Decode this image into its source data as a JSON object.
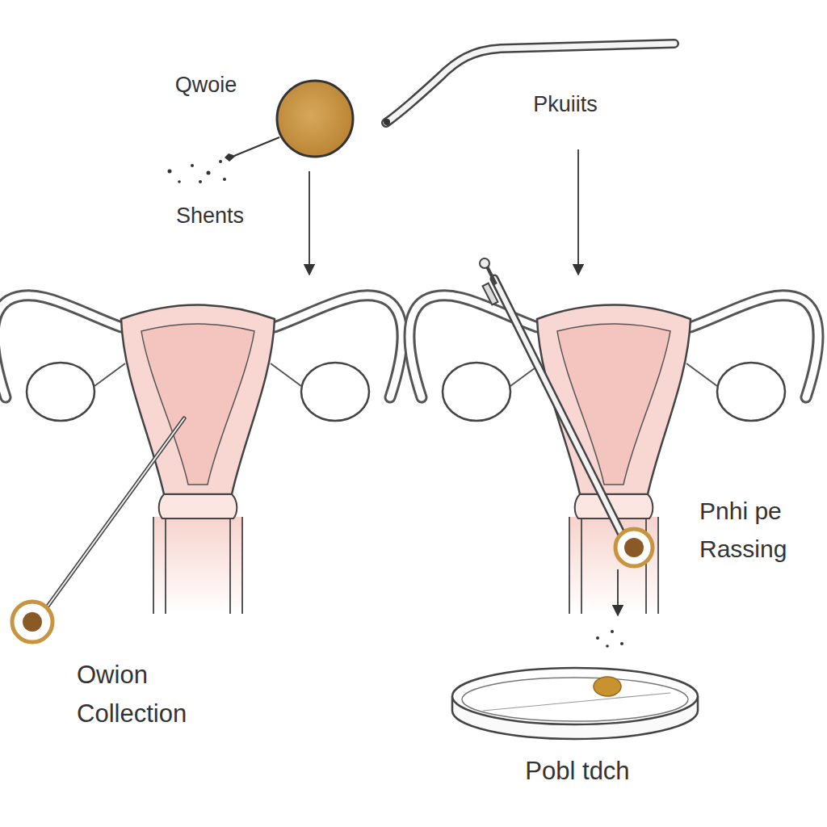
{
  "diagram": {
    "labels": [
      "Qwoie",
      "Shents",
      "Pkuiits",
      "Owion Collection",
      "Pnhi pe Rassing",
      "Pobl tdch"
    ]
  }
}
